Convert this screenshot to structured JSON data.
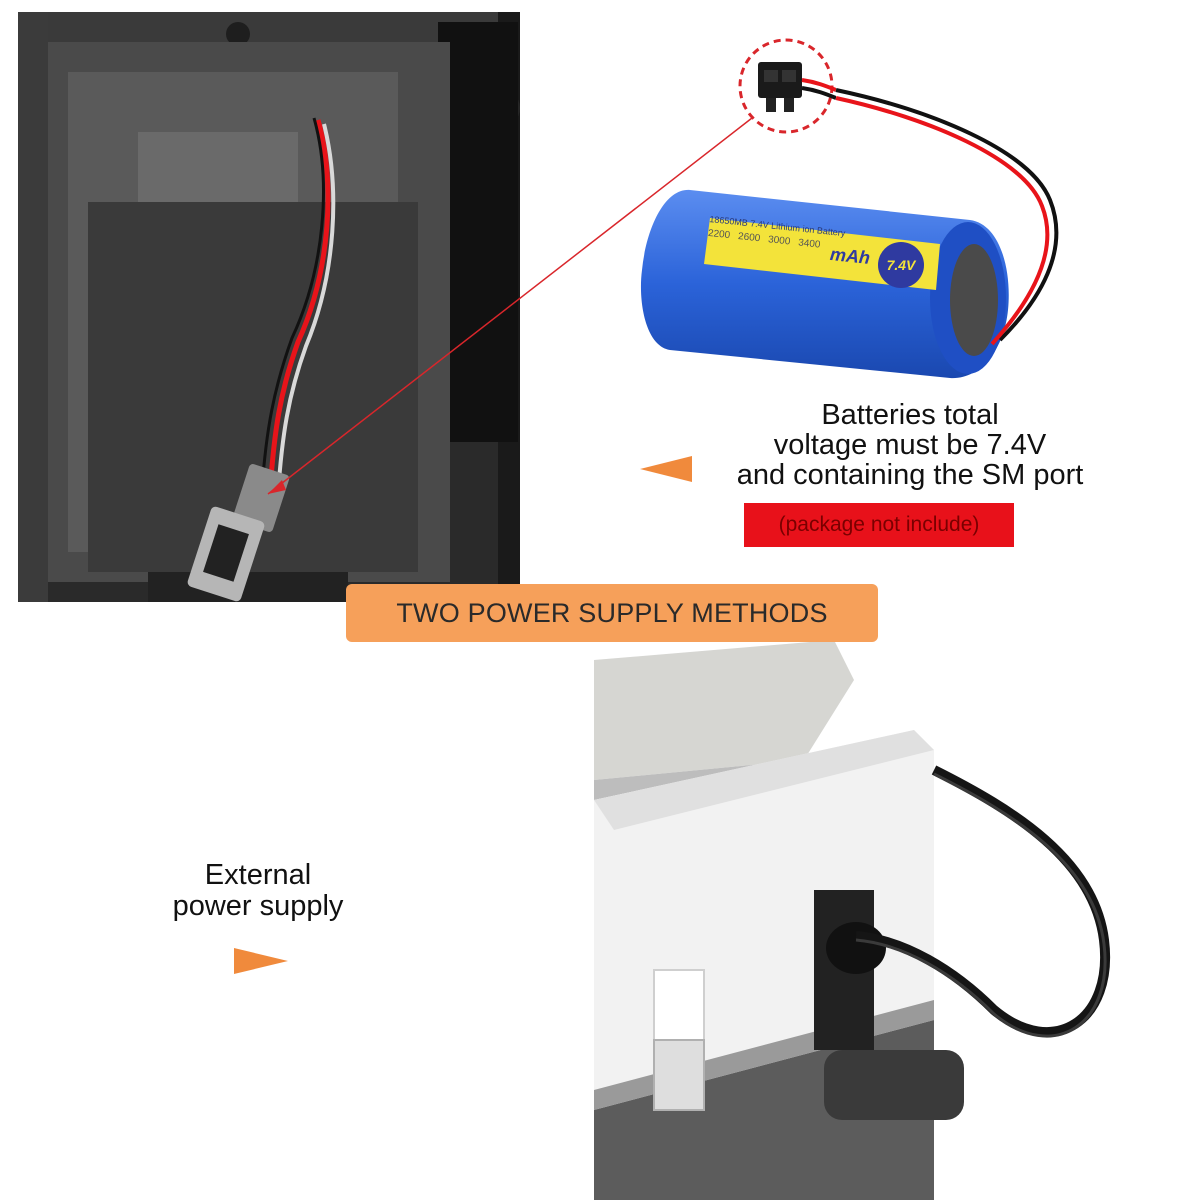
{
  "battery_section": {
    "note_lines": [
      "Batteries total",
      "voltage must be 7.4V",
      "and containing the SM port"
    ],
    "badge": "(package not include)",
    "battery_label": {
      "top_line": "18650MB 7.4V Lithium ion Battery",
      "capacities": [
        "2200",
        "2600",
        "3000",
        "3400"
      ],
      "unit": "mAh",
      "voltage": "7.4V"
    }
  },
  "banner": {
    "title": "TWO POWER SUPPLY METHODS"
  },
  "external_section": {
    "note_lines": [
      "External",
      "power supply"
    ]
  },
  "colors": {
    "banner": "#f6a05a",
    "badge": "#e8111a",
    "arrow": "#f08a3c",
    "battery": "#2b63d9",
    "label": "#f3e33a"
  }
}
